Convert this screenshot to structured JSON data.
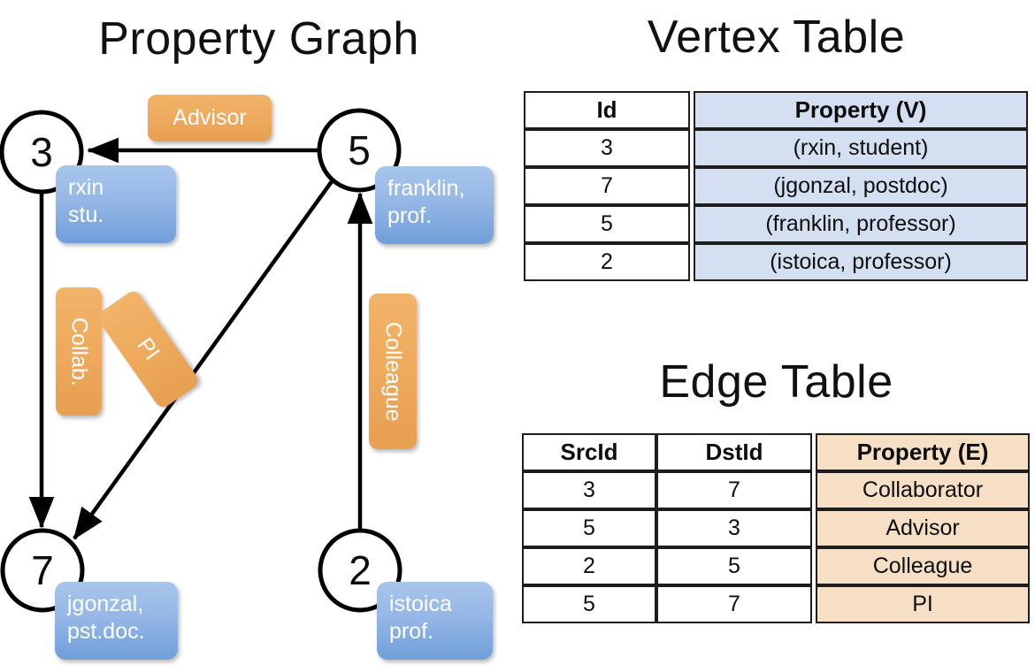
{
  "titles": {
    "property_graph": "Property Graph",
    "vertex_table": "Vertex Table",
    "edge_table": "Edge Table"
  },
  "colors": {
    "vertex_property_fill": "#d4e0f2",
    "edge_property_fill": "#f6dfc5",
    "node_bubble_blue": "#95b7e6",
    "edge_label_orange": "#eeaa5d",
    "stroke": "#1d1d1d"
  },
  "graph": {
    "nodes": [
      {
        "id": "3",
        "property": "rxin\nstu."
      },
      {
        "id": "5",
        "property": "franklin,\nprof."
      },
      {
        "id": "7",
        "property": "jgonzal,\npst.doc."
      },
      {
        "id": "2",
        "property": "istoica\nprof."
      }
    ],
    "edge_labels": [
      {
        "name": "advisor",
        "text": "Advisor"
      },
      {
        "name": "collab",
        "text": "Collab."
      },
      {
        "name": "pi",
        "text": "PI"
      },
      {
        "name": "colleague",
        "text": "Colleague"
      }
    ],
    "edges": [
      {
        "src": "5",
        "dst": "3",
        "label": "Advisor"
      },
      {
        "src": "3",
        "dst": "7",
        "label": "Collab."
      },
      {
        "src": "5",
        "dst": "7",
        "label": "PI"
      },
      {
        "src": "2",
        "dst": "5",
        "label": "Colleague"
      }
    ]
  },
  "vertex_table": {
    "headers": [
      "Id",
      "Property (V)"
    ],
    "rows": [
      [
        "3",
        "(rxin, student)"
      ],
      [
        "7",
        "(jgonzal, postdoc)"
      ],
      [
        "5",
        "(franklin, professor)"
      ],
      [
        "2",
        "(istoica, professor)"
      ]
    ]
  },
  "edge_table": {
    "headers": [
      "SrcId",
      "DstId",
      "Property (E)"
    ],
    "rows": [
      [
        "3",
        "7",
        "Collaborator"
      ],
      [
        "5",
        "3",
        "Advisor"
      ],
      [
        "2",
        "5",
        "Colleague"
      ],
      [
        "5",
        "7",
        "PI"
      ]
    ]
  }
}
